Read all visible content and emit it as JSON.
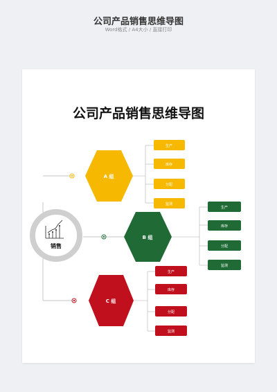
{
  "header": {
    "title": "公司产品销售思维导图",
    "subtitle": "Word格式 / A4大小 / 直接打印"
  },
  "document": {
    "title": "公司产品销售思维导图",
    "core": {
      "label": "销售",
      "icon": "bar-chart-icon"
    },
    "groups": [
      {
        "label": "A 组",
        "color": "#f6b800",
        "leaves": [
          "生产",
          "库存",
          "分配",
          "监测"
        ]
      },
      {
        "label": "B 组",
        "color": "#1f6a35",
        "leaves": [
          "生产",
          "库存",
          "分配",
          "监测"
        ]
      },
      {
        "label": "C 组",
        "color": "#c0101d",
        "leaves": [
          "生产",
          "库存",
          "分配",
          "监测"
        ]
      }
    ]
  }
}
